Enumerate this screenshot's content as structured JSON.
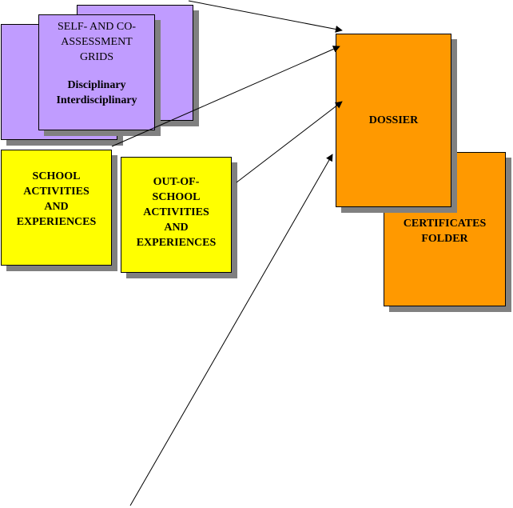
{
  "colors": {
    "purple": "#c09cff",
    "yellow": "#ffff00",
    "orange": "#ff9900",
    "shadow": "#808080",
    "line": "#000000"
  },
  "grids": {
    "title": "SELF- AND CO-\nASSESSMENT\nGRIDS",
    "subtitle": "Disciplinary\nInterdisciplinary"
  },
  "school": {
    "label": "SCHOOL\nACTIVITIES\nAND\nEXPERIENCES"
  },
  "out_of_school": {
    "label": "OUT-OF-\nSCHOOL\nACTIVITIES\nAND\nEXPERIENCES"
  },
  "dossier": {
    "label": "DOSSIER"
  },
  "certificates": {
    "label": "CERTIFICATES\nFOLDER"
  }
}
